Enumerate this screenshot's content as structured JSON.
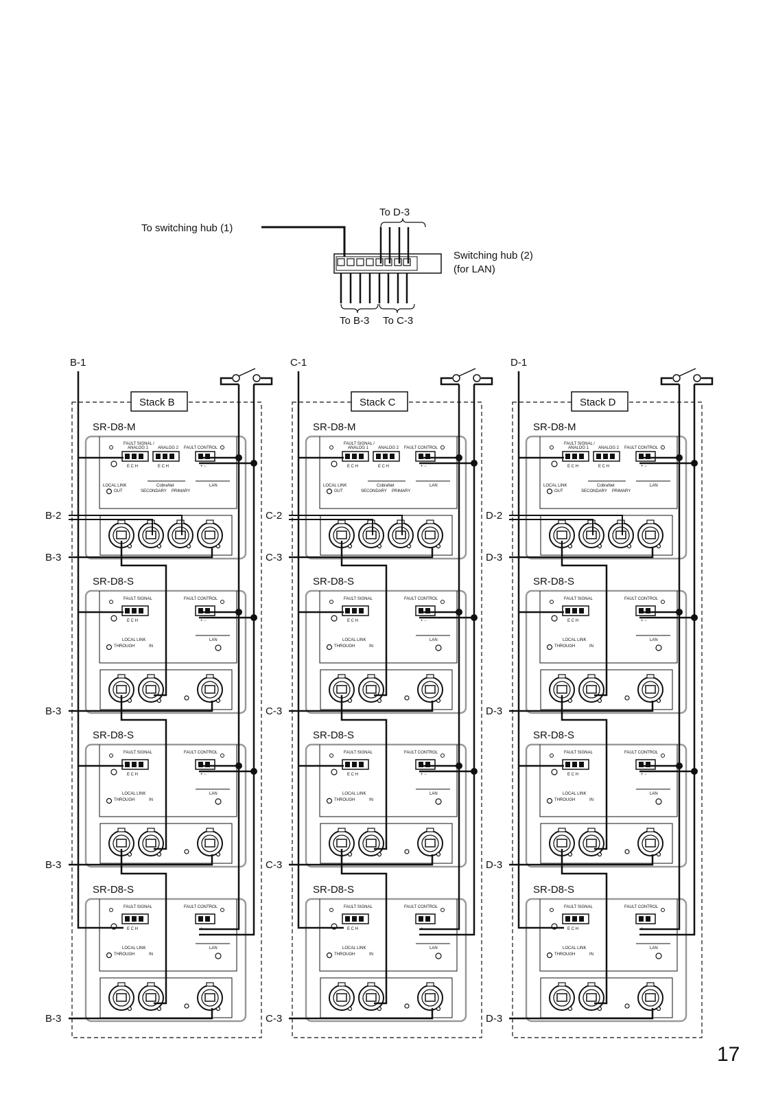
{
  "hub": {
    "to_hub1": "To switching hub (1)",
    "to_d3": "To D-3",
    "name_line1": "Switching hub (2)",
    "name_line2": "(for LAN)",
    "to_b3": "To B-3",
    "to_c3": "To C-3"
  },
  "stacks": [
    {
      "id": "B",
      "title": "Stack B",
      "top_label": "B-1",
      "l2": "B-2",
      "l3": "B-3"
    },
    {
      "id": "C",
      "title": "Stack C",
      "top_label": "C-1",
      "l2": "C-2",
      "l3": "C-3"
    },
    {
      "id": "D",
      "title": "Stack D",
      "top_label": "D-1",
      "l2": "D-2",
      "l3": "D-3"
    }
  ],
  "units": {
    "master": {
      "name": "SR-D8-M",
      "fault_signal": "FAULT SIGNAL /",
      "analog1": "ANALOG 1",
      "analog2": "ANALOG 2",
      "fault_control": "FAULT CONTROL",
      "ech": "E  C  H",
      "pm": "+  −",
      "local_link": "LOCAL  LINK",
      "out": "OUT",
      "cobranet": "CobraNet",
      "secondary": "SECONDARY",
      "primary": "PRIMARY",
      "lan": "LAN"
    },
    "slave": {
      "name": "SR-D8-S",
      "fault_signal": "FAULT  SIGNAL",
      "fault_control": "FAULT  CONTROL",
      "ech": "E  C  H",
      "pm": "+  −",
      "local_link": "LOCAL  LINK",
      "through": "THROUGH",
      "in": "IN",
      "lan": "LAN"
    }
  },
  "page_number": "17"
}
